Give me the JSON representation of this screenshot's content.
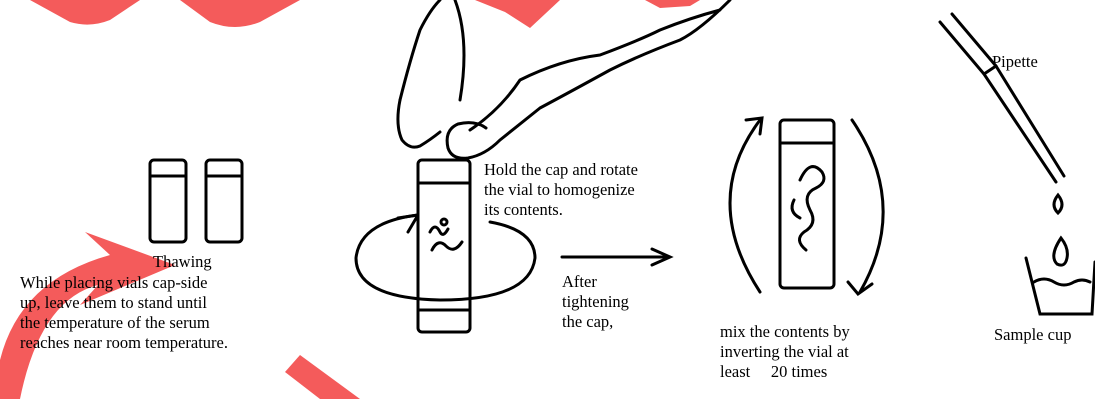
{
  "watermark": {
    "color": "#f45b5b",
    "description_icon": "stamp-watermark-arcs"
  },
  "steps": {
    "thawing": {
      "title": "Thawing",
      "lines": [
        "While placing vials cap-side",
        "up, leave them to stand until",
        "the temperature of the serum",
        "reaches near room temperature."
      ]
    },
    "rotate": {
      "lines": [
        "Hold the cap and rotate",
        "the vial to homogenize",
        "its contents."
      ]
    },
    "tighten": {
      "lines": [
        "After",
        "tightening",
        "the cap,"
      ]
    },
    "invert": {
      "lines": [
        "mix the contents by",
        "inverting the vial at",
        "least  20 times"
      ]
    },
    "pipette": {
      "label": "Pipette"
    },
    "cup": {
      "label": "Sample cup"
    }
  }
}
